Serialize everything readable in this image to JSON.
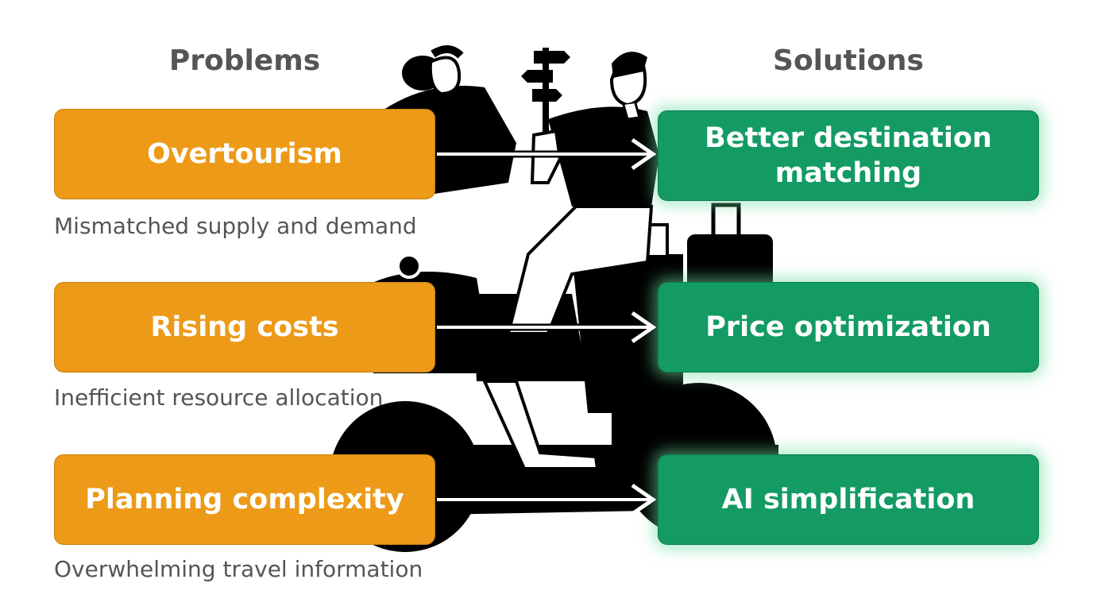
{
  "headers": {
    "problems": "Problems",
    "solutions": "Solutions"
  },
  "rows": [
    {
      "problem": "Overtourism",
      "description": "Mismatched supply and demand",
      "solution": "Better destination matching"
    },
    {
      "problem": "Rising costs",
      "description": "Inefficient resource allocation",
      "solution": "Price optimization"
    },
    {
      "problem": "Planning complexity",
      "description": "Overwhelming travel information",
      "solution": "AI simplification"
    }
  ],
  "colors": {
    "problem": "#ec9a17",
    "solution": "#139b63",
    "text": "#555555",
    "arrow": "#ffffff"
  },
  "icons": [
    "signpost-icon",
    "travelers-illustration",
    "suitcase-icon",
    "scooter-illustration"
  ]
}
